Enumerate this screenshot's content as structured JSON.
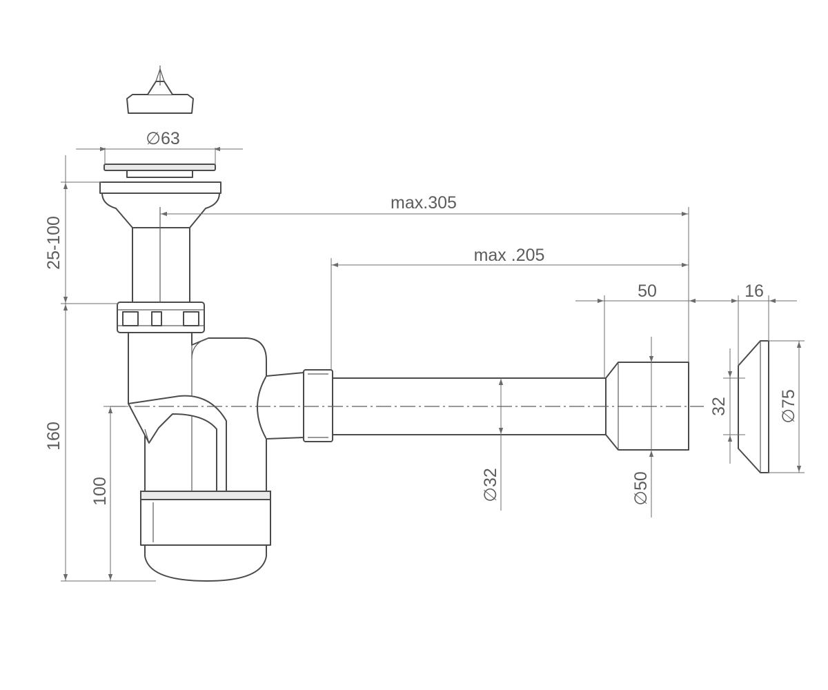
{
  "dimensions": {
    "plug_diameter": "∅63",
    "overall_length": "max.305",
    "pipe_length": "max .205",
    "socket_length": "50",
    "rosette_depth": "16",
    "inlet_height": "25-100",
    "total_height": "160",
    "outlet_height": "100",
    "pipe_diameter": "∅32",
    "socket_diameter": "∅50",
    "rosette_inner_diameter": "32",
    "rosette_diameter": "∅75"
  },
  "colors": {
    "line": "#4a4a4a",
    "dimension": "#6b6b6b",
    "text": "#5c5c5c"
  }
}
